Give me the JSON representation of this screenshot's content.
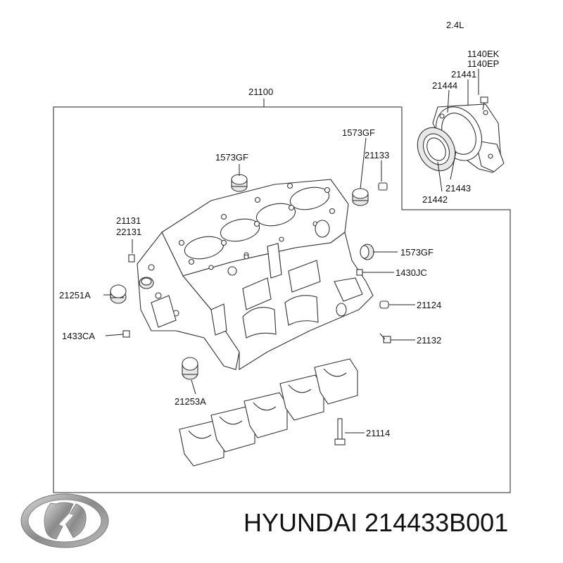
{
  "diagram": {
    "engine_label": "2.4L",
    "part_labels": {
      "p21100": "21100",
      "p1140EK": "1140EK",
      "p1140EP": "1140EP",
      "p21441": "21441",
      "p21444": "21444",
      "p21443": "21443",
      "p21442": "21442",
      "p1573GF_a": "1573GF",
      "p1573GF_b": "1573GF",
      "p1573GF_c": "1573GF",
      "p21133": "21133",
      "p21131": "21131",
      "p22131": "22131",
      "p21251A": "21251A",
      "p1433CA": "1433CA",
      "p1430JC": "1430JC",
      "p21124": "21124",
      "p21132": "21132",
      "p21253A": "21253A",
      "p21114": "21114"
    }
  },
  "footer": {
    "brand_text": "HYUNDAI 214433B001",
    "logo_icon": "hyundai-logo"
  }
}
